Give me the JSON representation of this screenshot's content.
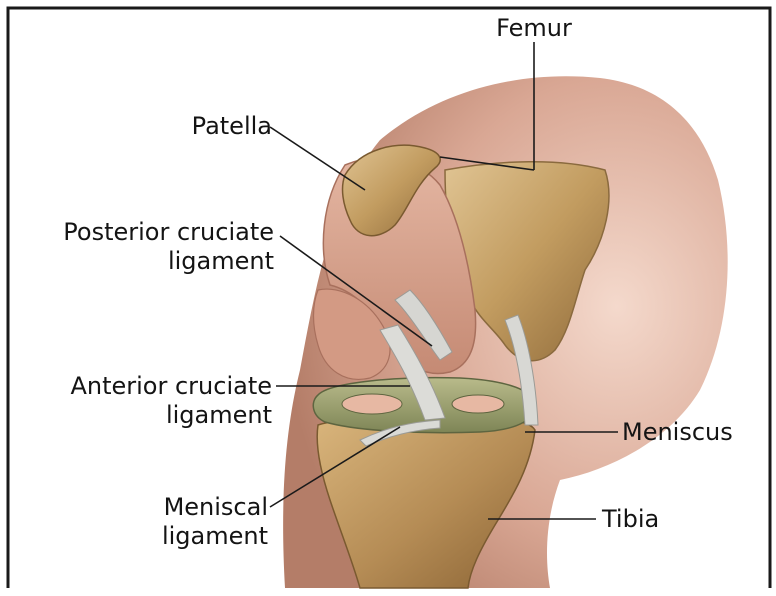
{
  "labels": {
    "femur": "Femur",
    "patella": "Patella",
    "posterior_cruciate": [
      "Posterior cruciate",
      "ligament"
    ],
    "anterior_cruciate": [
      "Anterior cruciate",
      "ligament"
    ],
    "meniscus": "Meniscus",
    "meniscal_ligament": [
      "Meniscal",
      "ligament"
    ],
    "tibia": "Tibia"
  },
  "colors": {
    "frame": "#1a1a1a",
    "leader": "#1a1a1a",
    "bone": "#c7a66a",
    "skin": "#d9a892",
    "ligament": "#d8d8d4",
    "meniscus": "#9ea274"
  }
}
